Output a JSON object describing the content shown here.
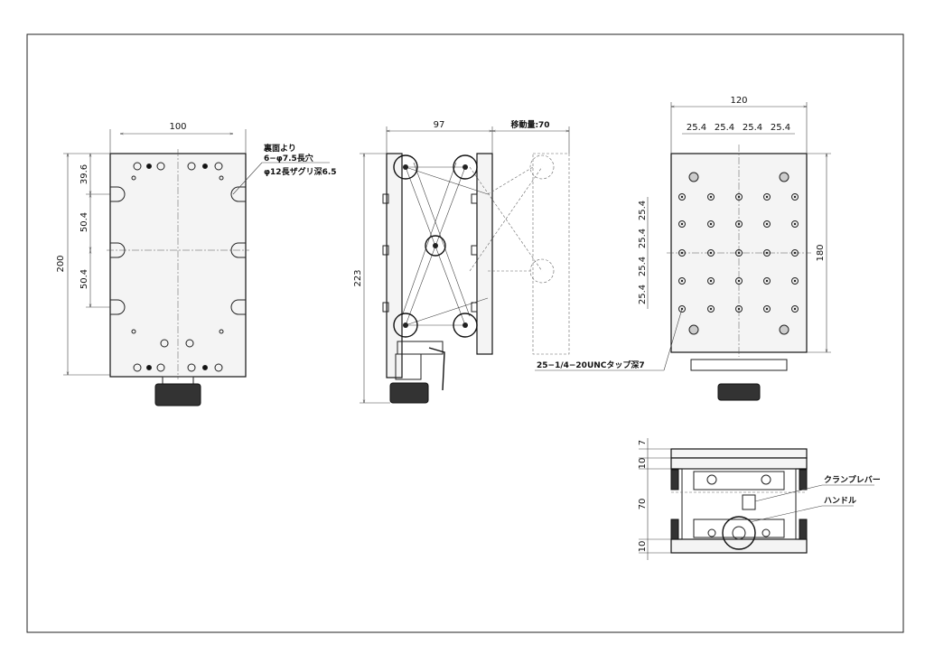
{
  "front_view": {
    "width_dim": "100",
    "height_dim": "200",
    "pitch_top": "39.6",
    "pitch_mid1": "50.4",
    "pitch_mid2": "50.4",
    "note_line1": "裏面より",
    "note_line2": "6−φ7.5長穴",
    "note_line3": "φ12長ザグリ深6.5"
  },
  "side_view": {
    "width_dim": "97",
    "travel_dim": "移動量:70",
    "height_dim": "223"
  },
  "top_view": {
    "width_dim": "120",
    "pitch_x": [
      "25.4",
      "25.4",
      "25.4",
      "25.4"
    ],
    "height_dim": "180",
    "pitch_y": [
      "25.4",
      "25.4",
      "25.4",
      "25.4"
    ],
    "tap_note": "25−1/4−20UNCタップ深7"
  },
  "bottom_view": {
    "dim_1": "7",
    "dim_2": "10",
    "dim_3": "70",
    "dim_4": "10",
    "clamp_lever_label": "クランプレバー",
    "handle_label": "ハンドル"
  }
}
